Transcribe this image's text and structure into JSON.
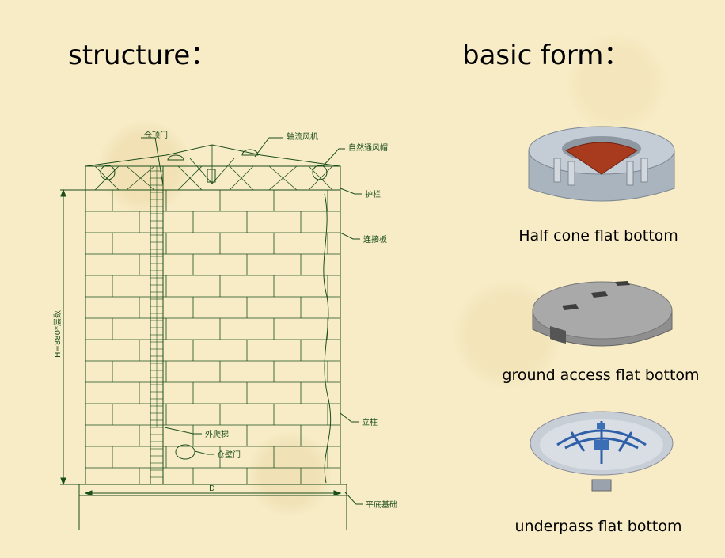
{
  "headings": {
    "structure": "structure：",
    "basic_form": "basic form："
  },
  "drawing_labels": {
    "roof_door": "仓顶门",
    "axial_fan": "轴流风机",
    "vent_cap": "自然通风帽",
    "guardrail": "护栏",
    "connecting_plate": "连接板",
    "height": "H=880*层数",
    "column": "立柱",
    "external_ladder": "外爬梯",
    "wall_door": "仓壁门",
    "diameter": "D",
    "foundation": "平底基础"
  },
  "forms": [
    {
      "caption": "Half cone flat bottom",
      "icon": "half-cone-model"
    },
    {
      "caption": "ground access flat bottom",
      "icon": "ground-access-model"
    },
    {
      "caption": "underpass flat  bottom",
      "icon": "underpass-model"
    }
  ],
  "colors": {
    "background": "#f7ecc6",
    "line": "#1a4d1a",
    "model_grey": "#b8c2cc",
    "cone_red": "#a83a1e",
    "ground_grey": "#9a9a9a",
    "floor_blue": "#3a6fb5"
  }
}
